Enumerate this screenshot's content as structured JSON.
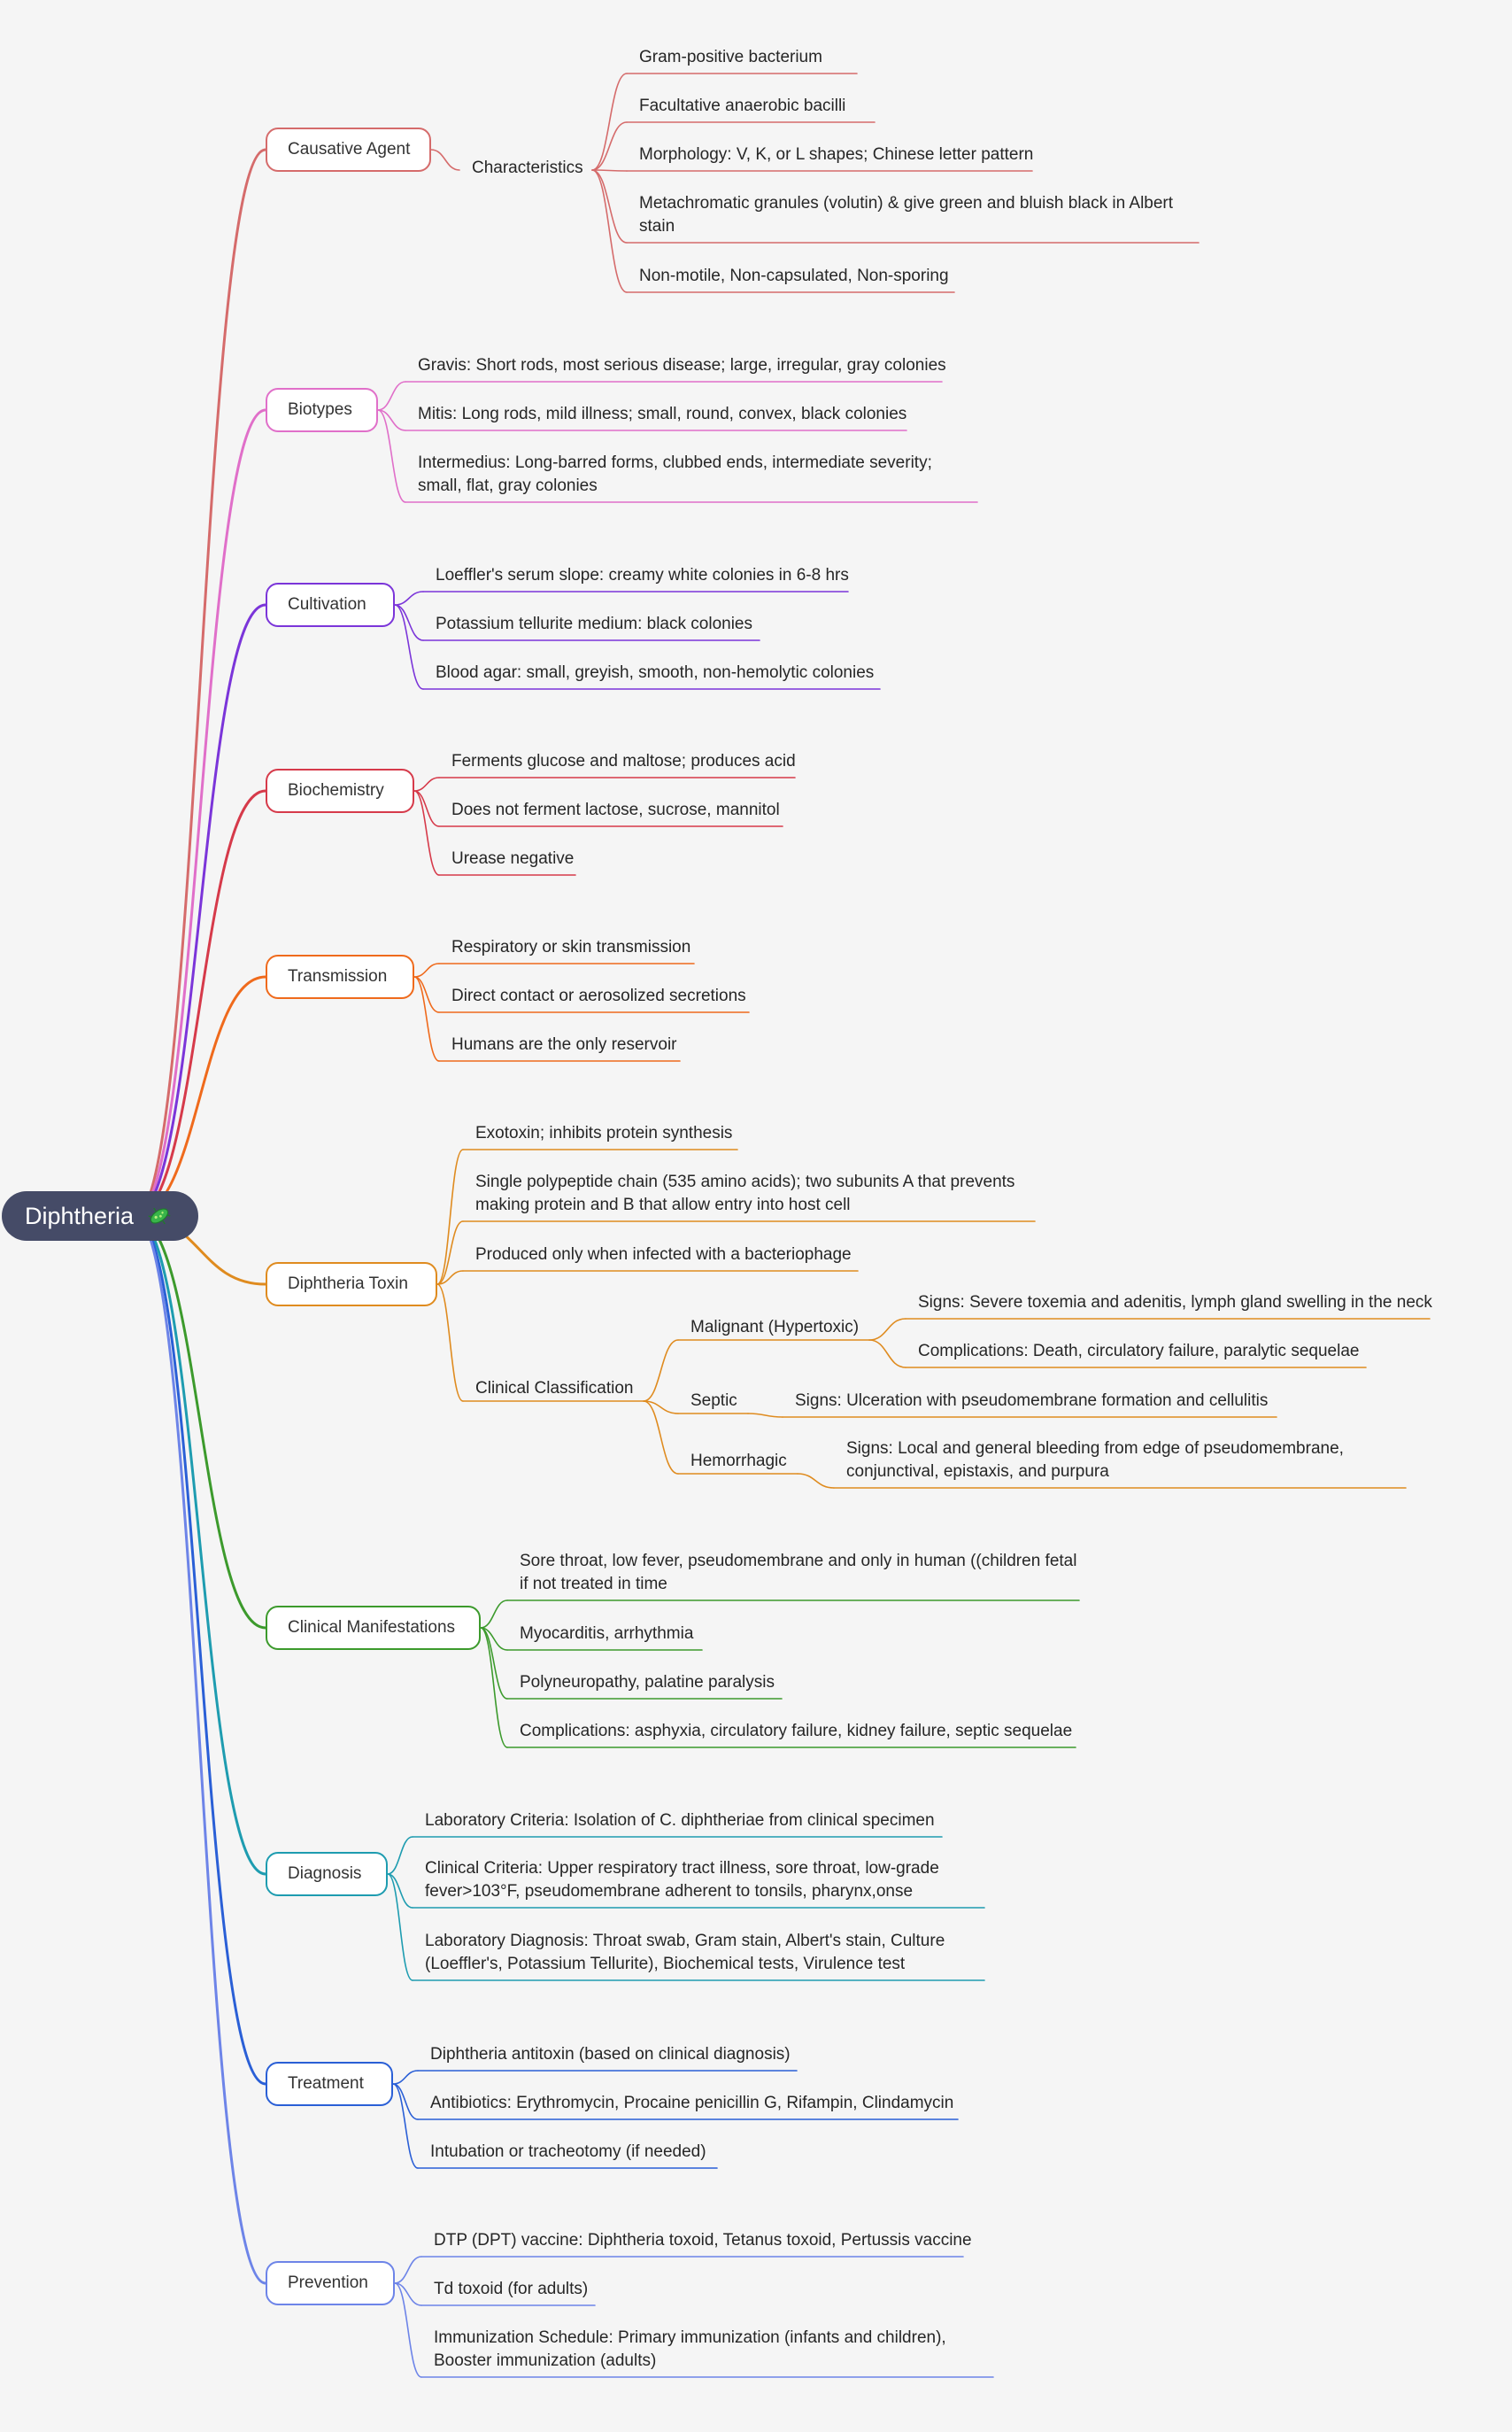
{
  "root": {
    "label": "Diphtheria",
    "icon": "microbe-icon"
  },
  "branches": [
    {
      "label": "Causative Agent",
      "color": "#d56b6b",
      "children": [
        {
          "label": "Characteristics",
          "children": [
            "Gram-positive bacterium",
            "Facultative anaerobic bacilli",
            "Morphology: V, K, or L shapes; Chinese letter pattern",
            "Metachromatic granules (volutin) & give green and bluish black in Albert stain",
            "Non-motile, Non-capsulated, Non-sporing"
          ]
        }
      ]
    },
    {
      "label": "Biotypes",
      "color": "#e06fc9",
      "children": [
        "Gravis: Short rods, most serious disease; large, irregular, gray colonies",
        "Mitis: Long rods, mild illness; small, round, convex, black colonies",
        "Intermedius: Long-barred forms, clubbed ends, intermediate severity; small, flat, gray colonies"
      ]
    },
    {
      "label": "Cultivation",
      "color": "#7b35d9",
      "children": [
        "Loeffler's serum slope: creamy white colonies in 6-8 hrs",
        "Potassium tellurite medium: black colonies",
        "Blood agar: small, greyish, smooth, non-hemolytic colonies"
      ]
    },
    {
      "label": "Biochemistry",
      "color": "#d63a4a",
      "children": [
        "Ferments glucose and maltose; produces acid",
        "Does not ferment lactose, sucrose, mannitol",
        "Urease negative"
      ]
    },
    {
      "label": "Transmission",
      "color": "#ef6a1c",
      "children": [
        "Respiratory or skin transmission",
        "Direct contact or aerosolized secretions",
        "Humans are the only reservoir"
      ]
    },
    {
      "label": "Diphtheria Toxin",
      "color": "#df8b1f",
      "children": [
        "Exotoxin; inhibits protein synthesis",
        "Single polypeptide chain (535 amino acids); two subunits A that prevents making protein and B that allow entry into host cell",
        "Produced only when infected with a bacteriophage",
        {
          "label": "Clinical Classification",
          "children": [
            {
              "label": "Malignant (Hypertoxic)",
              "children": [
                "Signs: Severe toxemia and adenitis, lymph gland swelling in the neck",
                "Complications: Death, circulatory failure, paralytic sequelae"
              ]
            },
            {
              "label": "Septic",
              "children": [
                "Signs: Ulceration with pseudomembrane formation and cellulitis"
              ]
            },
            {
              "label": "Hemorrhagic",
              "children": [
                "Signs: Local and general bleeding from edge of pseudomembrane, conjunctival, epistaxis, and purpura"
              ]
            }
          ]
        }
      ]
    },
    {
      "label": "Clinical Manifestations",
      "color": "#3c9a2c",
      "children": [
        "Sore throat, low fever, pseudomembrane and only in human ((children fetal if not treated in time",
        "Myocarditis, arrhythmia",
        "Polyneuropathy, palatine paralysis",
        "Complications: asphyxia, circulatory failure, kidney failure, septic sequelae"
      ]
    },
    {
      "label": "Diagnosis",
      "color": "#1e9cb0",
      "children": [
        "Laboratory Criteria: Isolation of C. diphtheriae from clinical specimen",
        "Clinical Criteria: Upper respiratory tract illness, sore throat, low-grade fever>103°F, pseudomembrane adherent to tonsils, pharynx,onse",
        "Laboratory Diagnosis: Throat swab, Gram stain, Albert's stain, Culture (Loeffler's, Potassium Tellurite), Biochemical tests, Virulence test"
      ]
    },
    {
      "label": "Treatment",
      "color": "#2a5fd6",
      "children": [
        "Diphtheria antitoxin (based on clinical diagnosis)",
        "Antibiotics: Erythromycin, Procaine penicillin G, Rifampin, Clindamycin",
        "Intubation or tracheotomy (if needed)"
      ]
    },
    {
      "label": "Prevention",
      "color": "#6d84e8",
      "children": [
        "DTP (DPT) vaccine: Diphtheria toxoid, Tetanus toxoid, Pertussis vaccine",
        "Td toxoid (for adults)",
        "Immunization Schedule: Primary immunization (infants and children), Booster immunization (adults)"
      ]
    }
  ]
}
